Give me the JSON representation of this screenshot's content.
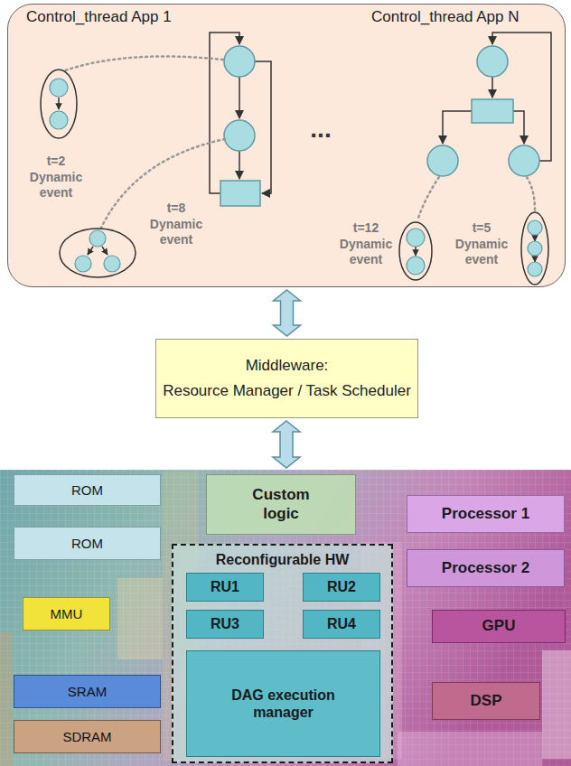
{
  "diagram": {
    "nodes": [
      {
        "text": [
          "Control_thread App 1",
          "Control_thread App N"
        ]
      },
      {
        "text": [
          "Middleware:",
          "Resource Manager / Task Scheduler"
        ]
      },
      {
        "text": [
          "ROM"
        ]
      },
      {
        "text": [
          "Custom logic"
        ]
      },
      {
        "text": [
          "Processor 1"
        ]
      },
      {
        "text": [
          "ROM"
        ]
      },
      {
        "text": [
          "Reconfigurable HW"
        ]
      },
      {
        "text": [
          "RU1"
        ],
        "in": 6
      },
      {
        "text": [
          "RU2"
        ],
        "in": 6
      },
      {
        "text": [
          "Processor 2"
        ]
      },
      {
        "text": [
          "MMU"
        ]
      },
      {
        "text": [
          "RU3"
        ],
        "in": 6
      },
      {
        "text": [
          "RU4"
        ],
        "in": 6
      },
      {
        "text": [
          "GPU"
        ]
      },
      {
        "text": [
          "DAG execution manager"
        ],
        "in": 6
      },
      {
        "text": [
          "DSP"
        ]
      },
      {
        "text": [
          "SRAM"
        ]
      },
      {
        "text": [
          "SDRAM"
        ]
      }
    ],
    "edges": [
      {
        "from": 0,
        "to": 1,
        "arrow": "both"
      }
    ],
    "labels": [
      "...",
      "t=2",
      "Dynamic event",
      "t=8",
      "Dynamic event",
      "t=12",
      "Dynamic event",
      "t=5",
      "Dynamic event"
    ]
  }
}
